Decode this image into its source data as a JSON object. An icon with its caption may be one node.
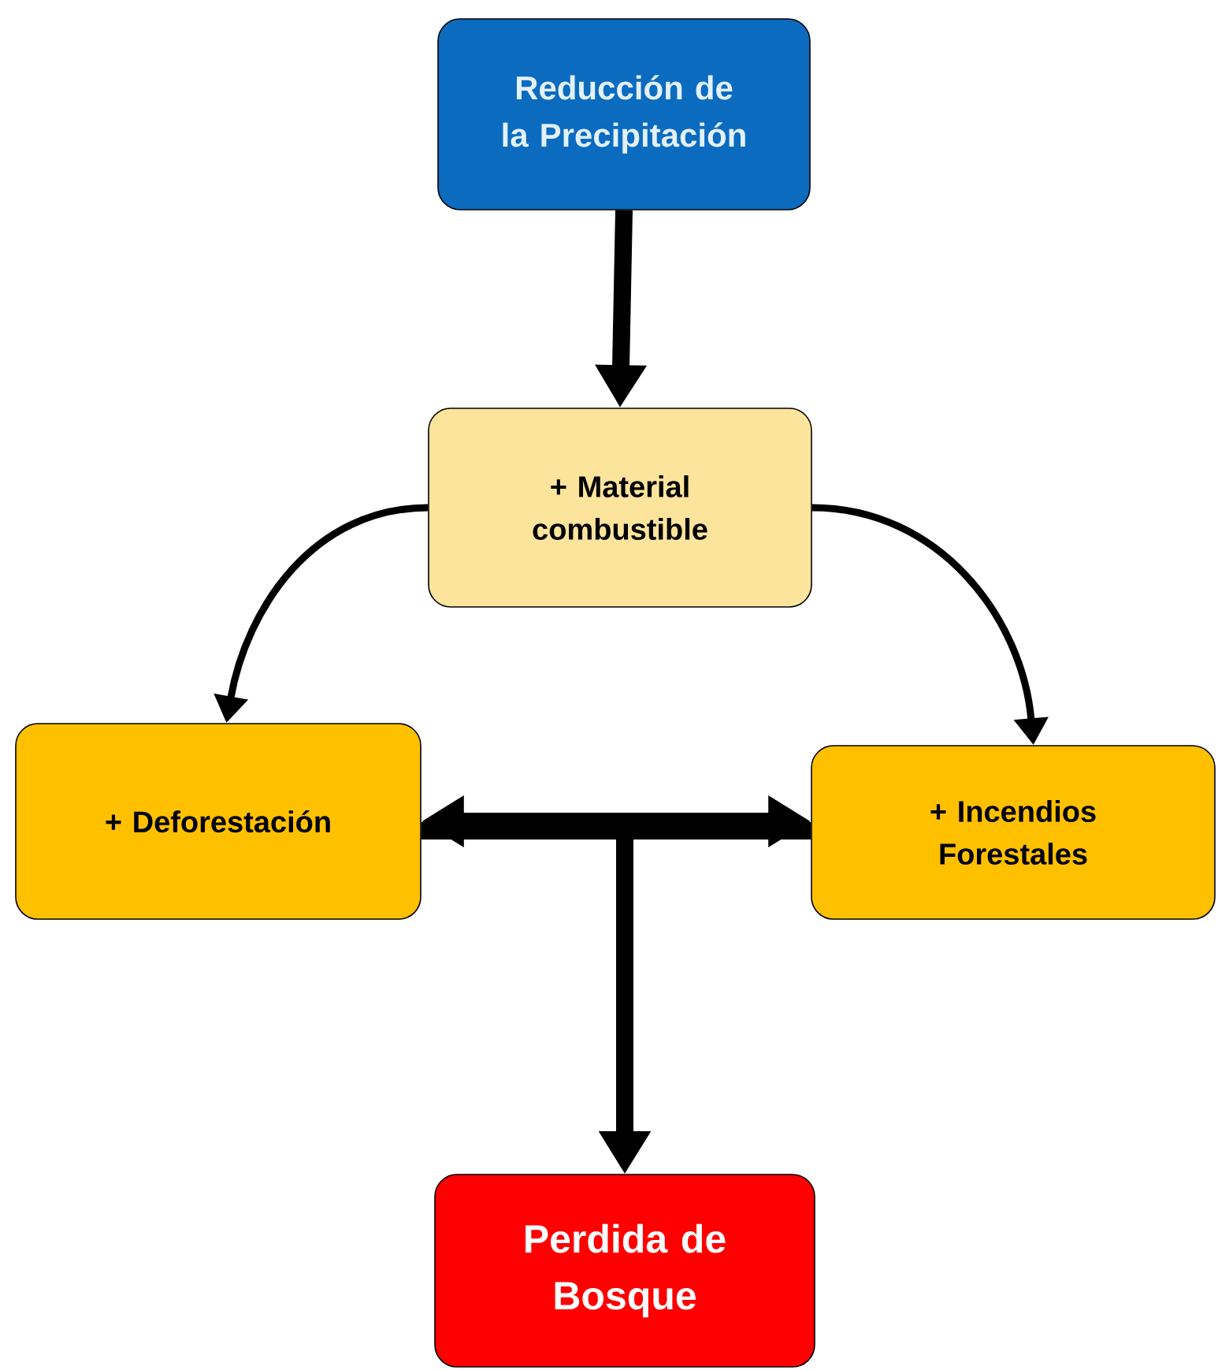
{
  "diagram": {
    "nodes": [
      {
        "text": [
          "Reducción de la Precipitación"
        ]
      },
      {
        "text": [
          "+ Material combustible"
        ]
      },
      {
        "text": [
          "+ Deforestación"
        ]
      },
      {
        "text": [
          "+ Incendios Forestales"
        ]
      },
      {
        "text": [
          "Perdida de Bosque"
        ]
      }
    ],
    "edges": [
      {
        "from": 0,
        "to": 1,
        "arrow": "to"
      },
      {
        "from": 1,
        "to": 2,
        "arrow": "to"
      },
      {
        "from": 1,
        "to": 3,
        "arrow": "to"
      },
      {
        "from": 2,
        "to": 3,
        "arrow": "both"
      },
      {
        "from": 2,
        "to": 4,
        "arrow": "to"
      },
      {
        "from": 3,
        "to": 4,
        "arrow": "to"
      }
    ]
  }
}
